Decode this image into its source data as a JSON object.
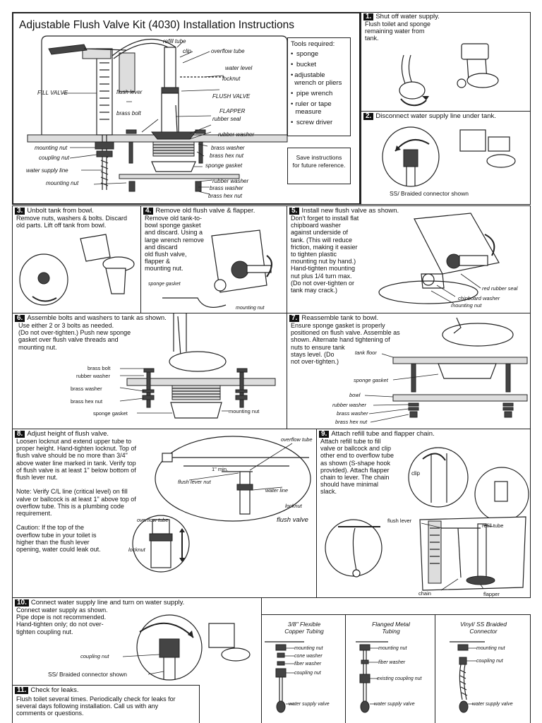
{
  "title": "Adjustable Flush Valve Kit (4030) Installation Instructions",
  "main_diagram_labels": {
    "refill_tube": "refill tube",
    "clip": "clip",
    "overflow_tube": "overflow tube",
    "water_level": "water level",
    "locknut": "locknut",
    "fill_valve": "FILL VALVE",
    "flush_lever": "flush lever",
    "flush_valve": "FLUSH VALVE",
    "brass_bolt": "brass bolt",
    "flapper": "FLAPPER",
    "rubber_seal": "rubber seal",
    "rubber_washer": "rubber washer",
    "mounting_nut": "mounting nut",
    "brass_washer": "brass washer",
    "coupling_nut": "coupling nut",
    "brass_hex_nut": "brass hex nut",
    "water_supply_line": "water supply line",
    "sponge_gasket": "sponge gasket",
    "mounting_nut_2": "mounting nut",
    "rubber_washer_2": "rubber washer",
    "brass_washer_2": "brass washer",
    "brass_hex_nut_2": "brass hex nut"
  },
  "tools": {
    "heading": "Tools required:",
    "items": [
      "sponge",
      "bucket",
      "adjustable wrench or pliers",
      "pipe wrench",
      "ruler or tape measure",
      "screw driver"
    ]
  },
  "save_note": "Save instructions for future reference.",
  "steps": [
    {
      "num": "1.",
      "head": "Shut off water supply.",
      "text": "Flush toilet and sponge\nremaining water from\ntank."
    },
    {
      "num": "2.",
      "head": "Disconnect water supply line under tank.",
      "text": "",
      "label": "SS/ Braided connector shown"
    },
    {
      "num": "3.",
      "head": "Unbolt tank from bowl.",
      "text": "Remove nuts, washers & bolts. Discard\nold parts. Lift off tank from bowl."
    },
    {
      "num": "4.",
      "head": "Remove old flush valve & flapper.",
      "text": "Remove old tank-to-\nbowl sponge gasket\nand discard. Using a\nlarge wrench remove\nand discard\nold flush valve,\nflapper &\nmounting nut.",
      "labels": [
        "sponge gasket",
        "mounting nut"
      ]
    },
    {
      "num": "5.",
      "head": "Install new flush valve as shown.",
      "text": "Don't forget to install flat\nchipboard washer\nagainst underside of\ntank. (This will reduce\nfriction, making it easier\nto tighten plastic\nmounting nut by hand.)\nHand-tighten mounting\nnut plus 1/4 turn max.\n(Do not over-tighten or\ntank may crack.)",
      "labels": [
        "red rubber seal",
        "chipboard washer",
        "mounting nut"
      ]
    },
    {
      "num": "6.",
      "head": "Assemble bolts and washers to tank as shown.",
      "text": "Use either 2 or 3 bolts as needed.\n(Do not over-tighten.) Push new sponge\ngasket over flush valve threads and\nmounting nut.",
      "labels": [
        "brass bolt",
        "rubber washer",
        "brass washer",
        "brass hex nut",
        "sponge gasket",
        "mounting nut"
      ]
    },
    {
      "num": "7.",
      "head": "Reassemble tank to bowl.",
      "text": "Ensure sponge gasket is properly\npositioned on flush valve. Assemble as\nshown. Alternate hand tightening of\nnuts to ensure tank\nstays level. (Do\nnot over-tighten.)",
      "labels": [
        "tank floor",
        "sponge gasket",
        "bowl",
        "rubber washer",
        "brass washer",
        "brass hex nut"
      ]
    },
    {
      "num": "8.",
      "head": "Adjust height of flush valve.",
      "text": "Loosen locknut and extend upper tube to\nproper height. Hand-tighten locknut. Top of\nflush valve should be no more than 3/4\"\nabove water line marked in tank. Verify top\nof flush valve is at least 1\" below bottom of\nflush lever nut.\n\nNote: Verify C/L line (critical level) on fill\nvalve or ballcock is at least 1\" above top of\noverflow tube. This is a plumbing code\nrequirement.\n\nCaution: If the top of the\noverflow tube in your toilet is\nhigher than the flush lever\nopening, water could leak out.",
      "labels": [
        "overflow tube",
        "1\" min.",
        "flush lever nut",
        "water line",
        "locknut",
        "flush valve",
        "overflow tube",
        "locknut"
      ]
    },
    {
      "num": "9.",
      "head": "Attach refill tube and flapper chain.",
      "text": "Attach refill tube to fill\nvalve or ballcock and clip\nother end to overflow tube\nas shown (S-shape hook\nprovided). Attach flapper\nchain to lever. The chain\nshould have minimal\nslack.",
      "labels": [
        "clip",
        "flush lever",
        "refill tube",
        "chain",
        "flapper"
      ]
    },
    {
      "num": "10.",
      "head": "Connect water supply line and turn on water supply.",
      "text": "Connect water supply as shown.\nPipe dope is not recommended.\nHand-tighten only; do not over-\ntighten coupling nut.",
      "labels": [
        "coupling nut",
        "SS/ Braided connector shown"
      ]
    },
    {
      "num": "11.",
      "head": "Check for leaks.",
      "text": "Flush toilet several times. Periodically check for leaks for\nseveral days following installation.  Call us with any\ncomments or questions."
    }
  ],
  "connectors": [
    {
      "title": "3/8\" Flexible\nCopper Tubing",
      "labels": [
        "mounting nut",
        "cone washer",
        "fiber washer",
        "coupling nut",
        "water supply valve"
      ]
    },
    {
      "title": "Flanged Metal\nTubing",
      "labels": [
        "mounting nut",
        "fiber washer",
        "existing coupling nut",
        "water supply valve"
      ]
    },
    {
      "title": "Vinyl/ SS Braided\nConnector",
      "labels": [
        "mounting nut",
        "coupling nut",
        "water supply valve"
      ]
    }
  ]
}
